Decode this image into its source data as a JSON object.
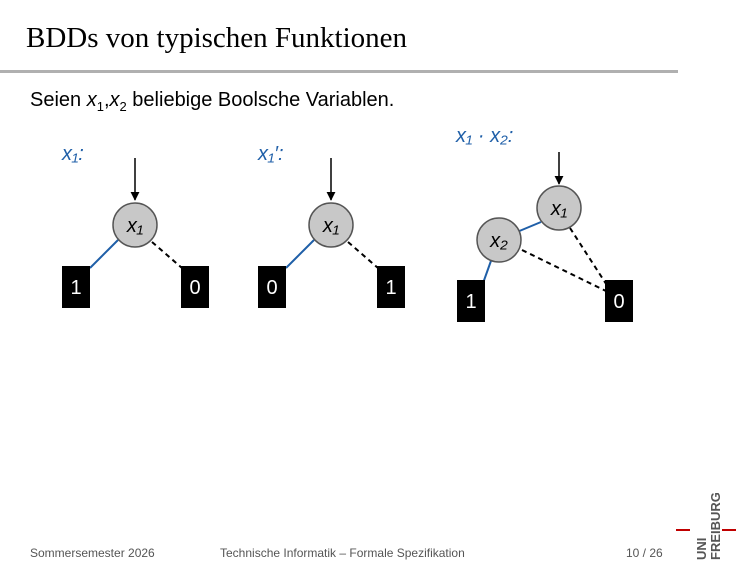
{
  "slide": {
    "title": "BDDs von typischen Funktionen",
    "intro_prefix": "Seien ",
    "intro_suffix": " beliebige Boolsche Variablen."
  },
  "diagrams": [
    {
      "label": "x₁:",
      "root": "x₁",
      "left_leaf": "1",
      "right_leaf": "0"
    },
    {
      "label": "x₁′:",
      "root": "x₁",
      "left_leaf": "0",
      "right_leaf": "1"
    },
    {
      "label": "x₁ · x₂:",
      "root": "x₁",
      "inner": "x₂",
      "left_leaf": "1",
      "right_leaf": "0"
    }
  ],
  "colors": {
    "label_blue": "#1f5fa8",
    "edge_blue": "#1f5fa8",
    "node_fill": "#c8c8c8",
    "leaf_fill": "#000000"
  },
  "footer": {
    "left": "Sommersemester 2026",
    "center": "Technische Informatik – Formale Spezifikation",
    "right": "10 / 26"
  },
  "logo": {
    "top": "UNI",
    "bottom": "FREIBURG"
  }
}
